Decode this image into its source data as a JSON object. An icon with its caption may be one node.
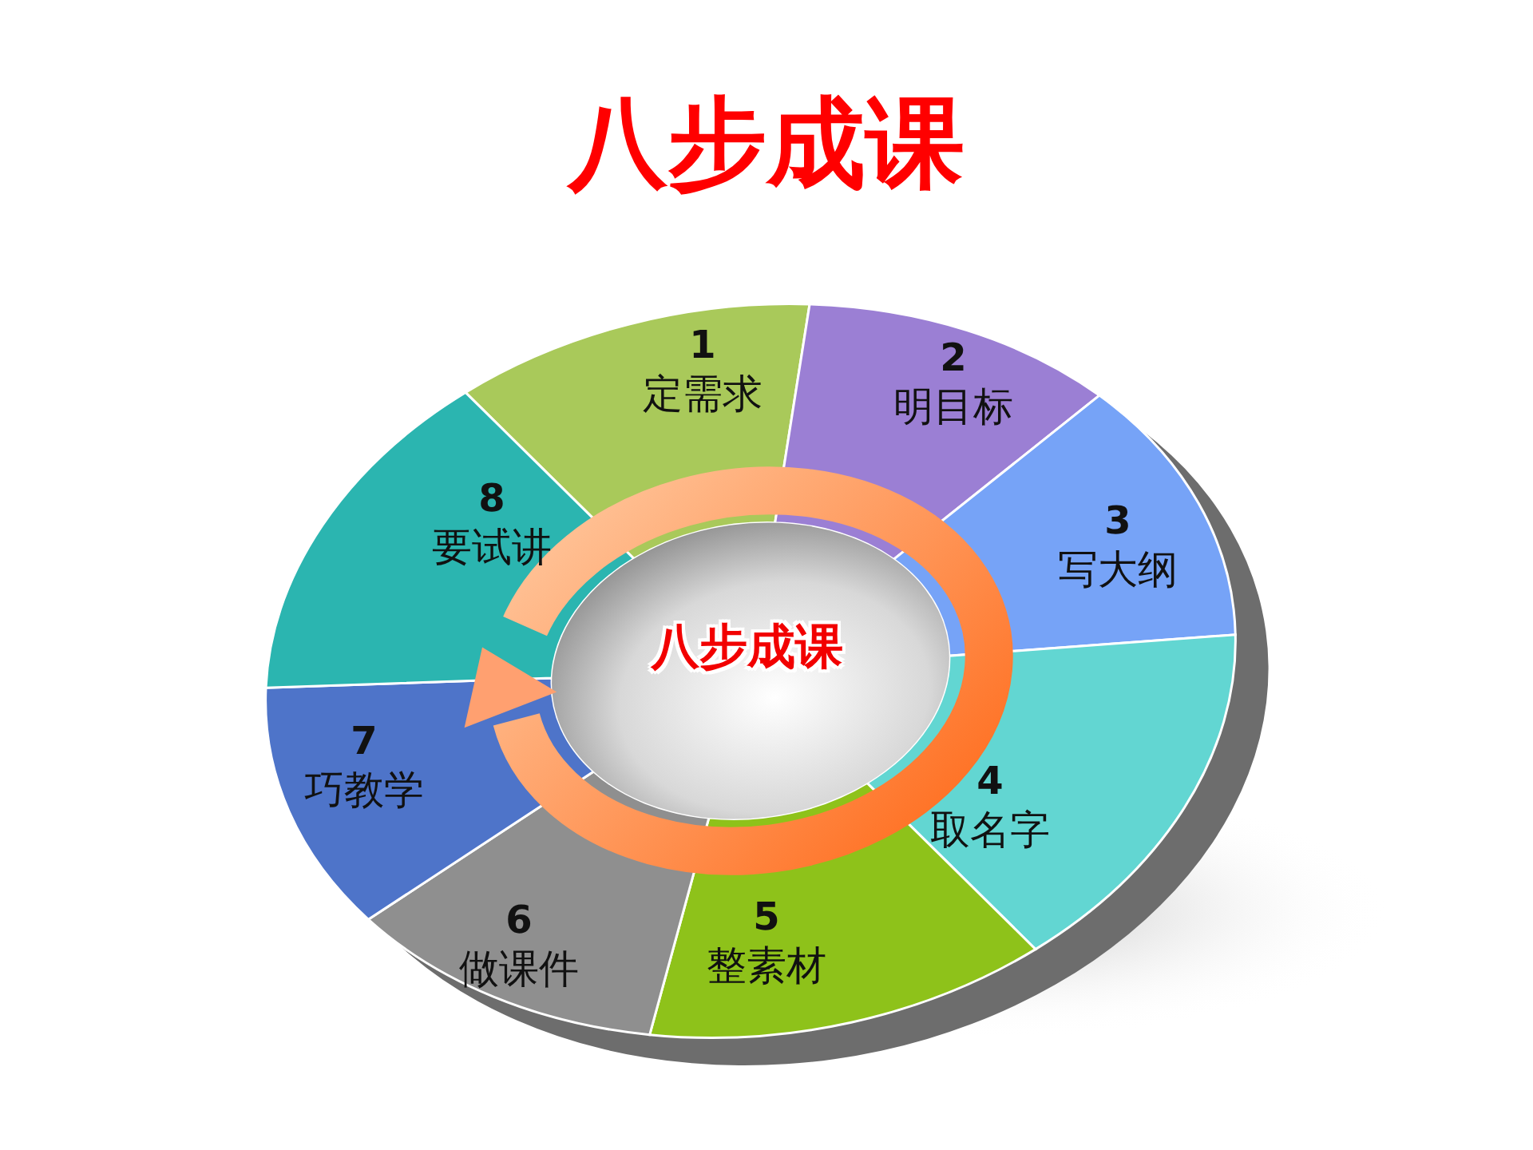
{
  "diagram": {
    "title": "八步成课",
    "nodes": [
      {
        "text": [
          "1",
          "定需求"
        ]
      },
      {
        "text": [
          "2",
          "明目标"
        ]
      },
      {
        "text": [
          "3",
          "写大纲"
        ]
      },
      {
        "text": [
          "4",
          "取名字"
        ]
      },
      {
        "text": [
          "5",
          "整素材"
        ]
      },
      {
        "text": [
          "6",
          "做课件"
        ]
      },
      {
        "text": [
          "7",
          "巧教学"
        ]
      },
      {
        "text": [
          "8",
          "要试讲"
        ]
      },
      {
        "text": [
          "八步成课"
        ]
      }
    ],
    "edges": []
  }
}
